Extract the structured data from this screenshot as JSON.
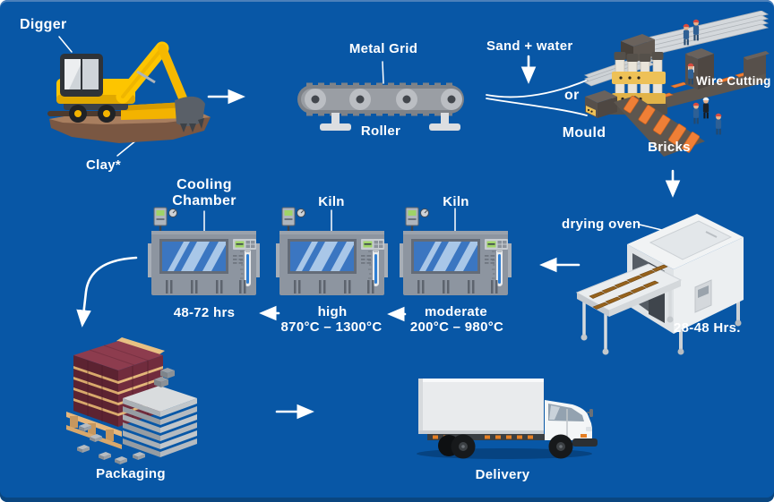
{
  "title": "Brick manufacturing process flow",
  "colors": {
    "background": "#0857a6",
    "text": "#ffffff",
    "arrows": "#ffffff",
    "brick_orange": "#f08138",
    "brick_maroon": "#5c2331",
    "machine_gray": "#8d95a0",
    "window_blue": "#3b76c1"
  },
  "stages": {
    "digging": {
      "label": "Digger",
      "note": "Clay*"
    },
    "conveying": {
      "grid_label": "Metal Grid",
      "label": "Roller"
    },
    "forming": {
      "input": "Sand + water",
      "or": "or",
      "mould": "Mould",
      "wire": "Wire Cutting",
      "output": "Bricks"
    },
    "drying": {
      "label": "drying oven",
      "duration": "28-48 Hrs."
    },
    "kiln_moderate": {
      "label": "Kiln",
      "level": "moderate",
      "range": "200°C – 980°C"
    },
    "kiln_high": {
      "label": "Kiln",
      "level": "high",
      "range": "870°C – 1300°C"
    },
    "cooling": {
      "line1": "Cooling",
      "line2": "Chamber",
      "duration": "48-72 hrs"
    },
    "packaging": {
      "label": "Packaging"
    },
    "delivery": {
      "label": "Delivery"
    }
  }
}
